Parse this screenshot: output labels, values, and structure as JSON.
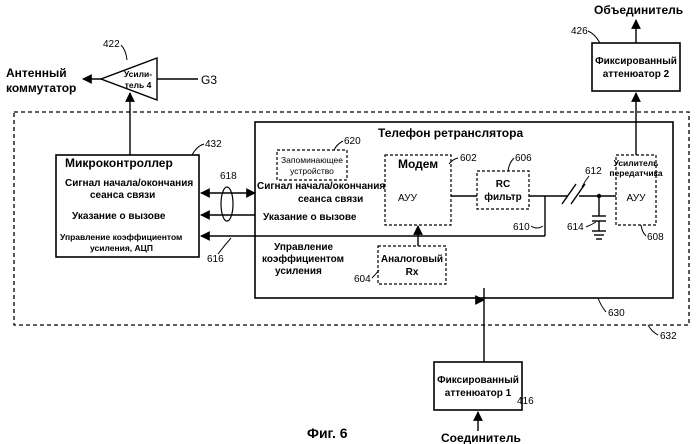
{
  "top": {
    "combiner": "Объединитель",
    "antenna_line1": "Антенный",
    "antenna_line2": "коммутатор",
    "g3": "G3",
    "amp_line1": "Усили-",
    "amp_line2": "тель 4"
  },
  "att2": {
    "line1": "Фиксированный",
    "line2": "аттенюатор 2"
  },
  "att1": {
    "line1": "Фиксированный",
    "line2": "аттенюатор 1"
  },
  "mcu": {
    "title": "Микроконтроллер",
    "sig1": "Сигнал начала/окончания",
    "sig2": "сеанса связи",
    "call": "Указание о вызове",
    "gain1": "Управление коэффициентом",
    "gain2": "усиления, АЦП"
  },
  "phone": {
    "title": "Телефон ретранслятора",
    "sig1": "Сигнал начала/окончания",
    "sig2": "сеанса связи",
    "call": "Указание о вызове",
    "gain1": "Управление",
    "gain2": "коэффициентом",
    "gain3": "усиления"
  },
  "memory": {
    "line1": "Запоминающее",
    "line2": "устройство"
  },
  "modem": {
    "title": "Модем",
    "agc": "АУУ"
  },
  "rc": {
    "line1": "RC",
    "line2": "фильтр"
  },
  "analog_rx": {
    "line1": "Аналоговый",
    "line2": "Rx"
  },
  "tx_amp": {
    "line1": "Усилитель",
    "line2": "передатчика",
    "agc": "АУУ"
  },
  "connector": "Соединитель",
  "refs": {
    "r422": "422",
    "r426": "426",
    "r432": "432",
    "r618": "618",
    "r616": "616",
    "r620": "620",
    "r602": "602",
    "r606": "606",
    "r612": "612",
    "r610": "610",
    "r614": "614",
    "r608": "608",
    "r604": "604",
    "r630": "630",
    "r632": "632",
    "r416": "416"
  },
  "caption": "Фиг. 6"
}
